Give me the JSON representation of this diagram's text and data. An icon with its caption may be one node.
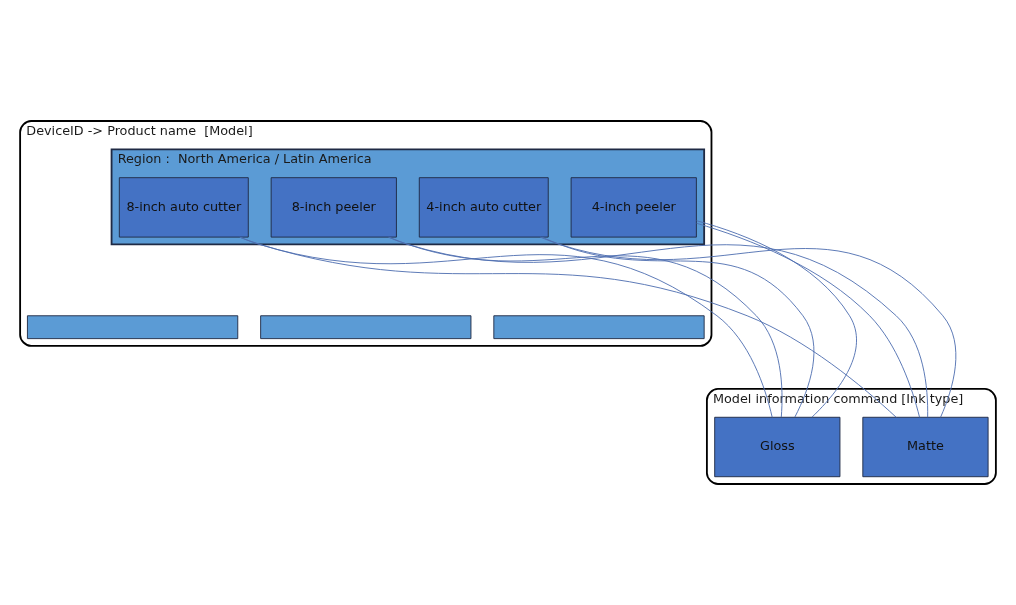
{
  "diagram": {
    "nodes": [
      {
        "text": [
          "DeviceID -> Product name  [Model]"
        ]
      },
      {
        "text": [
          "Region :  North America / Latin America"
        ],
        "in": 0
      },
      {
        "text": [],
        "shape": "box",
        "in": 0
      },
      {
        "text": [],
        "shape": "box",
        "in": 0
      },
      {
        "text": [],
        "shape": "box",
        "in": 0
      },
      {
        "text": [
          "8-inch auto cutter"
        ],
        "in": 1
      },
      {
        "text": [
          "8-inch peeler"
        ],
        "in": 1
      },
      {
        "text": [
          "4-inch auto cutter"
        ],
        "in": 1
      },
      {
        "text": [
          "4-inch peeler"
        ],
        "in": 1
      },
      {
        "text": [
          "Model information command [Ink type]"
        ]
      },
      {
        "text": [
          "Gloss"
        ],
        "in": 9
      },
      {
        "text": [
          "Matte"
        ],
        "in": 9
      }
    ],
    "edges": [
      {
        "from": 5,
        "to": 10,
        "arrow": "none"
      },
      {
        "from": 5,
        "to": 11,
        "arrow": "none"
      },
      {
        "from": 6,
        "to": 10,
        "arrow": "none"
      },
      {
        "from": 6,
        "to": 11,
        "arrow": "none"
      },
      {
        "from": 7,
        "to": 10,
        "arrow": "none"
      },
      {
        "from": 7,
        "to": 11,
        "arrow": "none"
      },
      {
        "from": 8,
        "to": 10,
        "arrow": "none"
      },
      {
        "from": 8,
        "to": 11,
        "arrow": "none"
      }
    ]
  }
}
